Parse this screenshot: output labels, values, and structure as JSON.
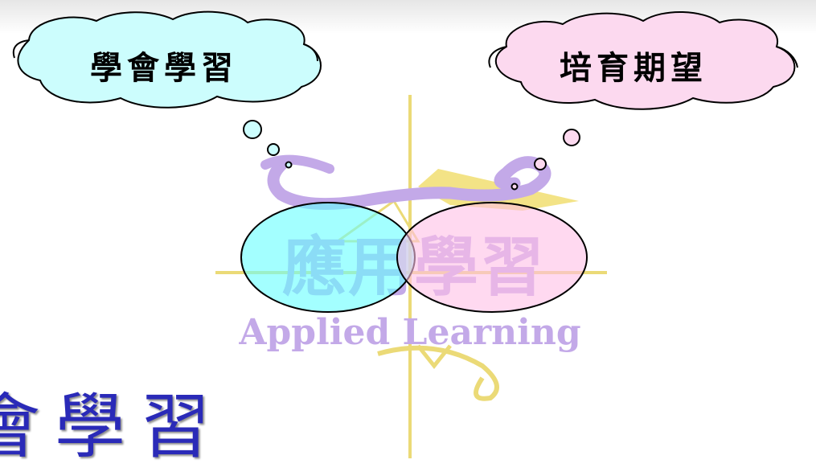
{
  "cloud_left": {
    "text": "學會學習",
    "fill": "#ccfdfd"
  },
  "cloud_right": {
    "text": "培育期望",
    "fill": "#fcd9ef"
  },
  "logo": {
    "chinese": "應用學習",
    "english": "Applied Learning"
  },
  "title": {
    "text": "會學習"
  },
  "colors": {
    "left_ellipse": "#66ffff",
    "right_ellipse": "#ffbfe6",
    "logo_purple": "#b99be4",
    "logo_gold": "#e8d460",
    "title_blue": "#2a2ab8"
  }
}
